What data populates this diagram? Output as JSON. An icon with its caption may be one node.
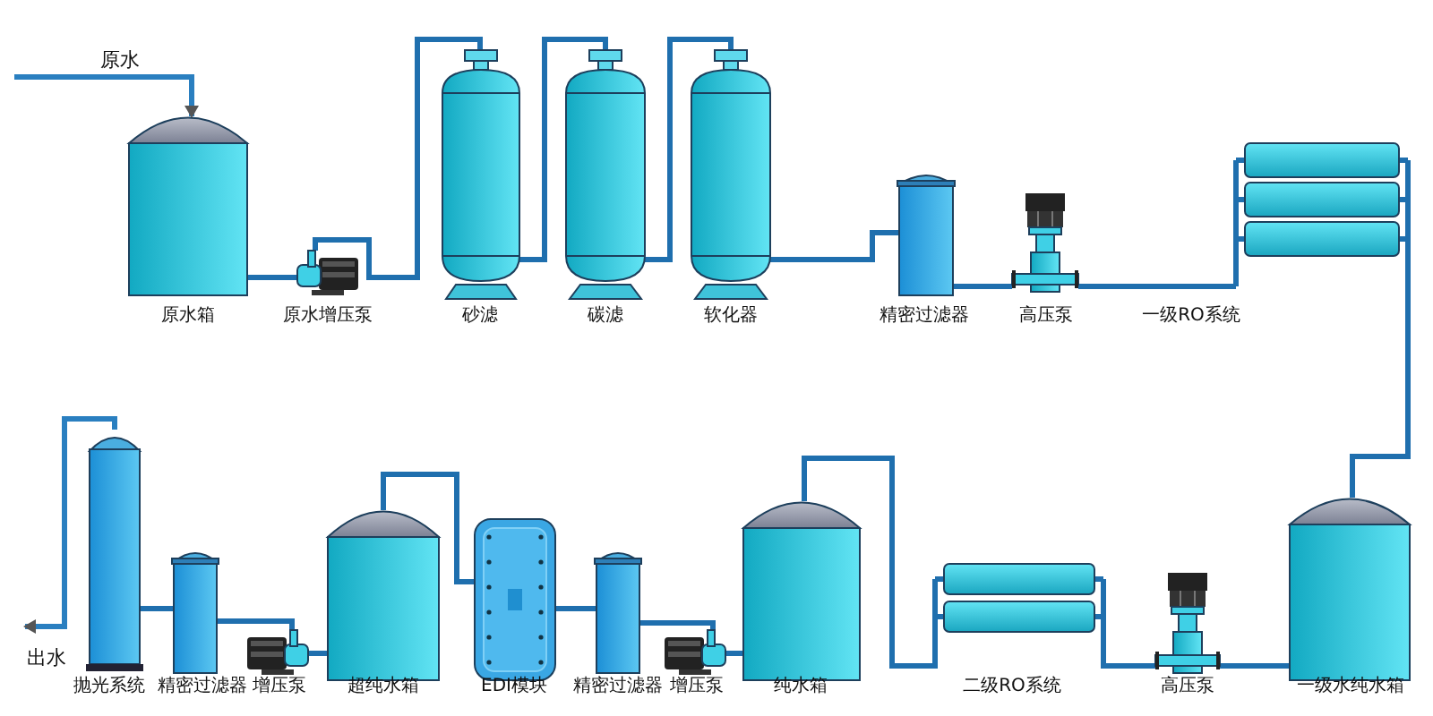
{
  "diagram": {
    "nodes": [
      {
        "text": [
          "原水箱"
        ]
      },
      {
        "text": [
          "原水增压泵"
        ]
      },
      {
        "text": [
          "砂滤"
        ]
      },
      {
        "text": [
          "碳滤"
        ]
      },
      {
        "text": [
          "软化器"
        ]
      },
      {
        "text": [
          "精密过滤器"
        ]
      },
      {
        "text": [
          "高压泵"
        ]
      },
      {
        "text": [
          "一级RO系统"
        ]
      },
      {
        "text": [
          "抛光系统"
        ]
      },
      {
        "text": [
          "精密过滤器"
        ]
      },
      {
        "text": [
          "增压泵"
        ]
      },
      {
        "text": [
          "超纯水箱"
        ]
      },
      {
        "text": [
          "EDI模块"
        ]
      },
      {
        "text": [
          "精密过滤器"
        ]
      },
      {
        "text": [
          "增压泵"
        ]
      },
      {
        "text": [
          "纯水箱"
        ]
      },
      {
        "text": [
          "二级RO系统"
        ]
      },
      {
        "text": [
          "高压泵"
        ]
      },
      {
        "text": [
          "一级水纯水箱"
        ]
      }
    ],
    "edges": [
      {
        "from": null,
        "to": 0,
        "arrow": "to",
        "label": "原水"
      },
      {
        "from": 0,
        "to": 1,
        "arrow": "none"
      },
      {
        "from": 1,
        "to": 2,
        "arrow": "none"
      },
      {
        "from": 2,
        "to": 3,
        "arrow": "none"
      },
      {
        "from": 3,
        "to": 4,
        "arrow": "none"
      },
      {
        "from": 4,
        "to": 5,
        "arrow": "none"
      },
      {
        "from": 5,
        "to": 6,
        "arrow": "none"
      },
      {
        "from": 6,
        "to": 7,
        "arrow": "none"
      },
      {
        "from": 7,
        "to": 18,
        "arrow": "none"
      },
      {
        "from": 18,
        "to": 17,
        "arrow": "none"
      },
      {
        "from": 17,
        "to": 16,
        "arrow": "none"
      },
      {
        "from": 16,
        "to": 15,
        "arrow": "none"
      },
      {
        "from": 15,
        "to": 14,
        "arrow": "none"
      },
      {
        "from": 14,
        "to": 13,
        "arrow": "none"
      },
      {
        "from": 13,
        "to": 12,
        "arrow": "none"
      },
      {
        "from": 12,
        "to": 11,
        "arrow": "none"
      },
      {
        "from": 11,
        "to": 10,
        "arrow": "none"
      },
      {
        "from": 10,
        "to": 9,
        "arrow": "none"
      },
      {
        "from": 9,
        "to": 8,
        "arrow": "none"
      },
      {
        "from": 8,
        "to": null,
        "arrow": "to",
        "label": "出水"
      }
    ]
  }
}
